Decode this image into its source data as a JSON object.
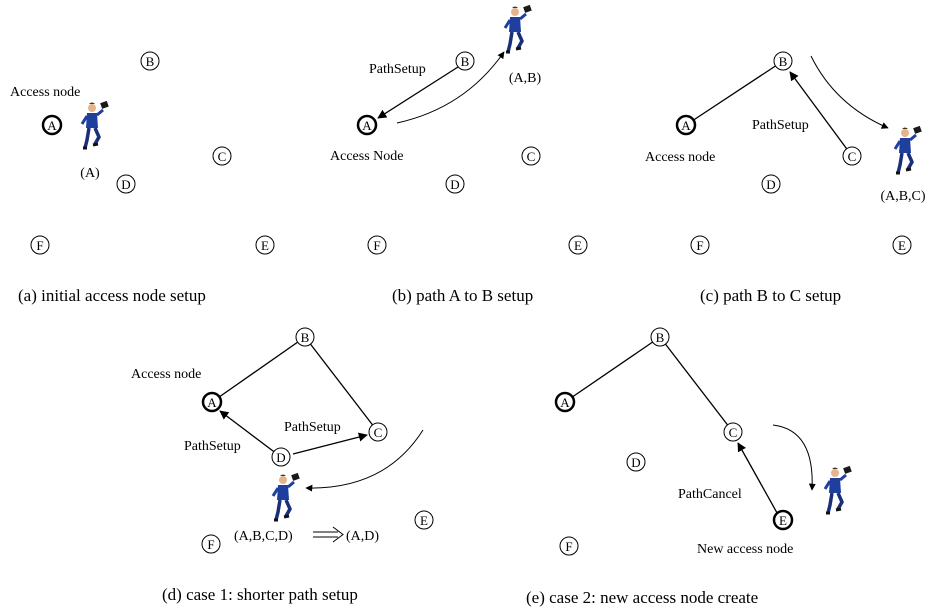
{
  "panels": {
    "a": {
      "caption": "(a) initial access node setup",
      "access_label": "Access node",
      "person_label": "(A)",
      "nodes": {
        "A": "A",
        "B": "B",
        "C": "C",
        "D": "D",
        "E": "E",
        "F": "F"
      }
    },
    "b": {
      "caption": "(b) path A to B setup",
      "access_label": "Access Node",
      "path_label": "PathSetup",
      "person_label": "(A,B)",
      "nodes": {
        "A": "A",
        "B": "B",
        "C": "C",
        "D": "D",
        "E": "E",
        "F": "F"
      }
    },
    "c": {
      "caption": "(c) path B to C setup",
      "access_label": "Access node",
      "path_label": "PathSetup",
      "person_label": "(A,B,C)",
      "nodes": {
        "A": "A",
        "B": "B",
        "C": "C",
        "D": "D",
        "E": "E",
        "F": "F"
      }
    },
    "d": {
      "caption": "(d) case 1: shorter path setup",
      "access_label": "Access node",
      "path_label_1": "PathSetup",
      "path_label_2": "PathSetup",
      "person_label_from": "(A,B,C,D)",
      "person_label_to": "(A,D)",
      "nodes": {
        "A": "A",
        "B": "B",
        "C": "C",
        "D": "D",
        "E": "E",
        "F": "F"
      }
    },
    "e": {
      "caption": "(e) case 2: new access node create",
      "new_access_label": "New access node",
      "path_label": "PathCancel",
      "nodes": {
        "A": "A",
        "B": "B",
        "C": "C",
        "D": "D",
        "E": "E",
        "F": "F"
      }
    }
  }
}
